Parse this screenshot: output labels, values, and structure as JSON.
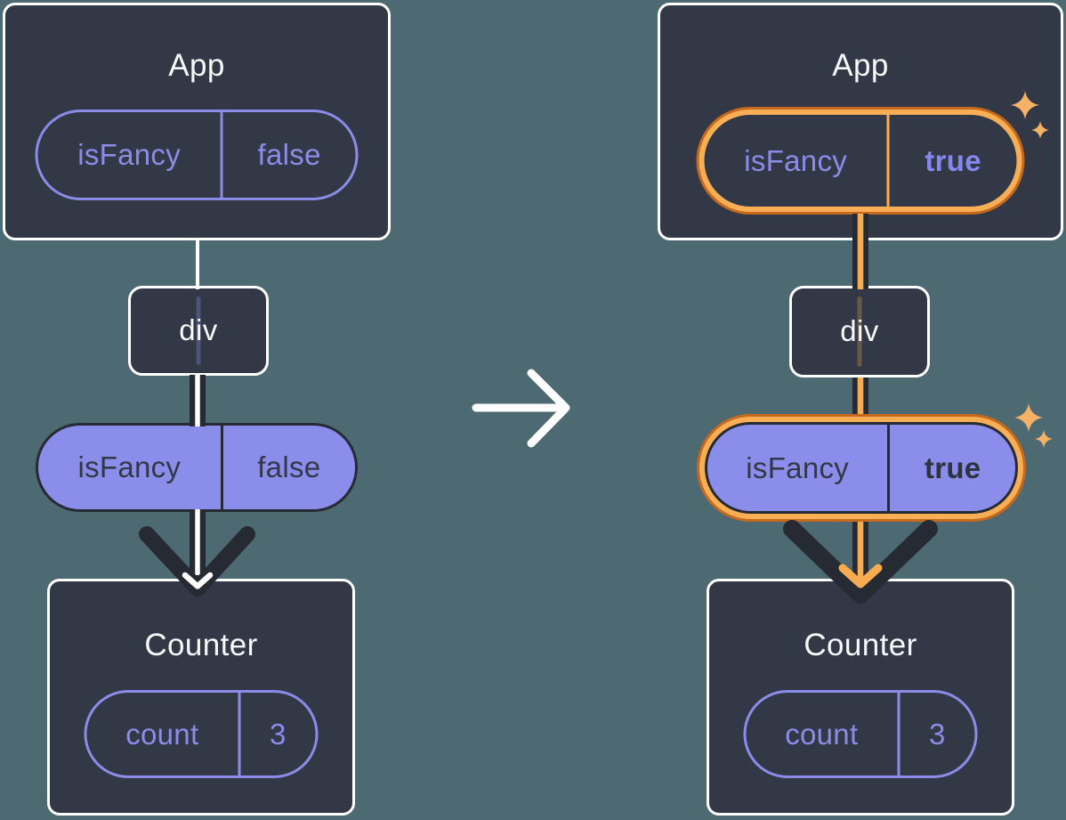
{
  "colors": {
    "background": "#4D6972",
    "card_fill": "#333846",
    "card_border": "#FFFFFF",
    "purple_accent": "#8A8CE8",
    "pill_fill_lavender": "#8B8DEB",
    "dark_arrow": "#262B33",
    "highlight_ring_stroke": "#C4691D",
    "highlight_ring_band": "#F8AE54",
    "highlight_line": "#F7AC52",
    "sparkle": "#F5B266",
    "white_arrow": "#FFFFFF"
  },
  "left": {
    "app": {
      "title": "App",
      "prop_name": "isFancy",
      "prop_value": "false"
    },
    "div_label": "div",
    "passed_prop": {
      "name": "isFancy",
      "value": "false"
    },
    "counter": {
      "title": "Counter",
      "state_name": "count",
      "state_value": "3"
    }
  },
  "right": {
    "app": {
      "title": "App",
      "prop_name": "isFancy",
      "prop_value": "true"
    },
    "div_label": "div",
    "passed_prop": {
      "name": "isFancy",
      "value": "true"
    },
    "counter": {
      "title": "Counter",
      "state_name": "count",
      "state_value": "3"
    }
  }
}
